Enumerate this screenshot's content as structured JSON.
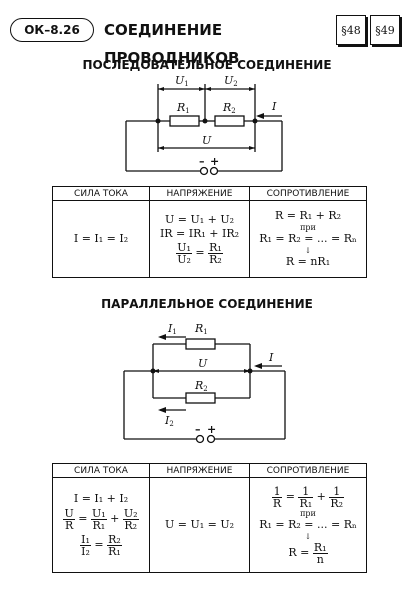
{
  "header": {
    "code": "ОК–8.26",
    "title": "СОЕДИНЕНИЕ ПРОВОДНИКОВ",
    "refs": [
      "§48",
      "§49"
    ]
  },
  "series": {
    "title": "ПОСЛЕДОВАТЕЛЬНОЕ СОЕДИНЕНИЕ",
    "diagram": {
      "U1": "U",
      "U1_sub": "1",
      "U2": "U",
      "U2_sub": "2",
      "R1": "R",
      "R1_sub": "1",
      "R2": "R",
      "R2_sub": "2",
      "U": "U",
      "I": "I",
      "minus": "–",
      "plus": "+"
    },
    "table": {
      "headers": [
        "СИЛА ТОКА",
        "НАПРЯЖЕНИЕ",
        "СОПРОТИВЛЕНИЕ"
      ],
      "current": "I = I₁ = I₂",
      "voltage": [
        "U = U₁ + U₂",
        "IR = IR₁ + IR₂"
      ],
      "voltage_ratio": {
        "num_left": "U₁",
        "den_left": "U₂",
        "eq": "=",
        "num_right": "R₁",
        "den_right": "R₂"
      },
      "resistance": [
        "R = R₁ + R₂",
        "при",
        "R₁ = R₂ = ... = Rₙ",
        "↓",
        "R = nR₁"
      ]
    }
  },
  "parallel": {
    "title": "ПАРАЛЛЕЛЬНОЕ СОЕДИНЕНИЕ",
    "diagram": {
      "I1": "I",
      "I1_sub": "1",
      "I2": "I",
      "I2_sub": "2",
      "R1": "R",
      "R1_sub": "1",
      "R2": "R",
      "R2_sub": "2",
      "U": "U",
      "I": "I",
      "minus": "–",
      "plus": "+"
    },
    "table": {
      "headers": [
        "СИЛА ТОКА",
        "НАПРЯЖЕНИЕ",
        "СОПРОТИВЛЕНИЕ"
      ],
      "current": "I = I₁ + I₂",
      "current_frac": {
        "a_num": "U",
        "a_den": "R",
        "eq": "=",
        "b_num": "U₁",
        "b_den": "R₁",
        "plus": "+",
        "c_num": "U₂",
        "c_den": "R₂"
      },
      "current_ratio": {
        "num_left": "I₁",
        "den_left": "I₂",
        "eq": "=",
        "num_right": "R₂",
        "den_right": "R₁"
      },
      "voltage": "U = U₁ = U₂",
      "resistance_frac": {
        "a_num": "1",
        "a_den": "R",
        "eq": "=",
        "b_num": "1",
        "b_den": "R₁",
        "plus": "+",
        "c_num": "1",
        "c_den": "R₂"
      },
      "resistance": [
        "при",
        "R₁ = R₂ = ... = Rₙ",
        "↓"
      ],
      "resistance_final": {
        "left": "R =",
        "num": "R₁",
        "den": "n"
      }
    }
  }
}
